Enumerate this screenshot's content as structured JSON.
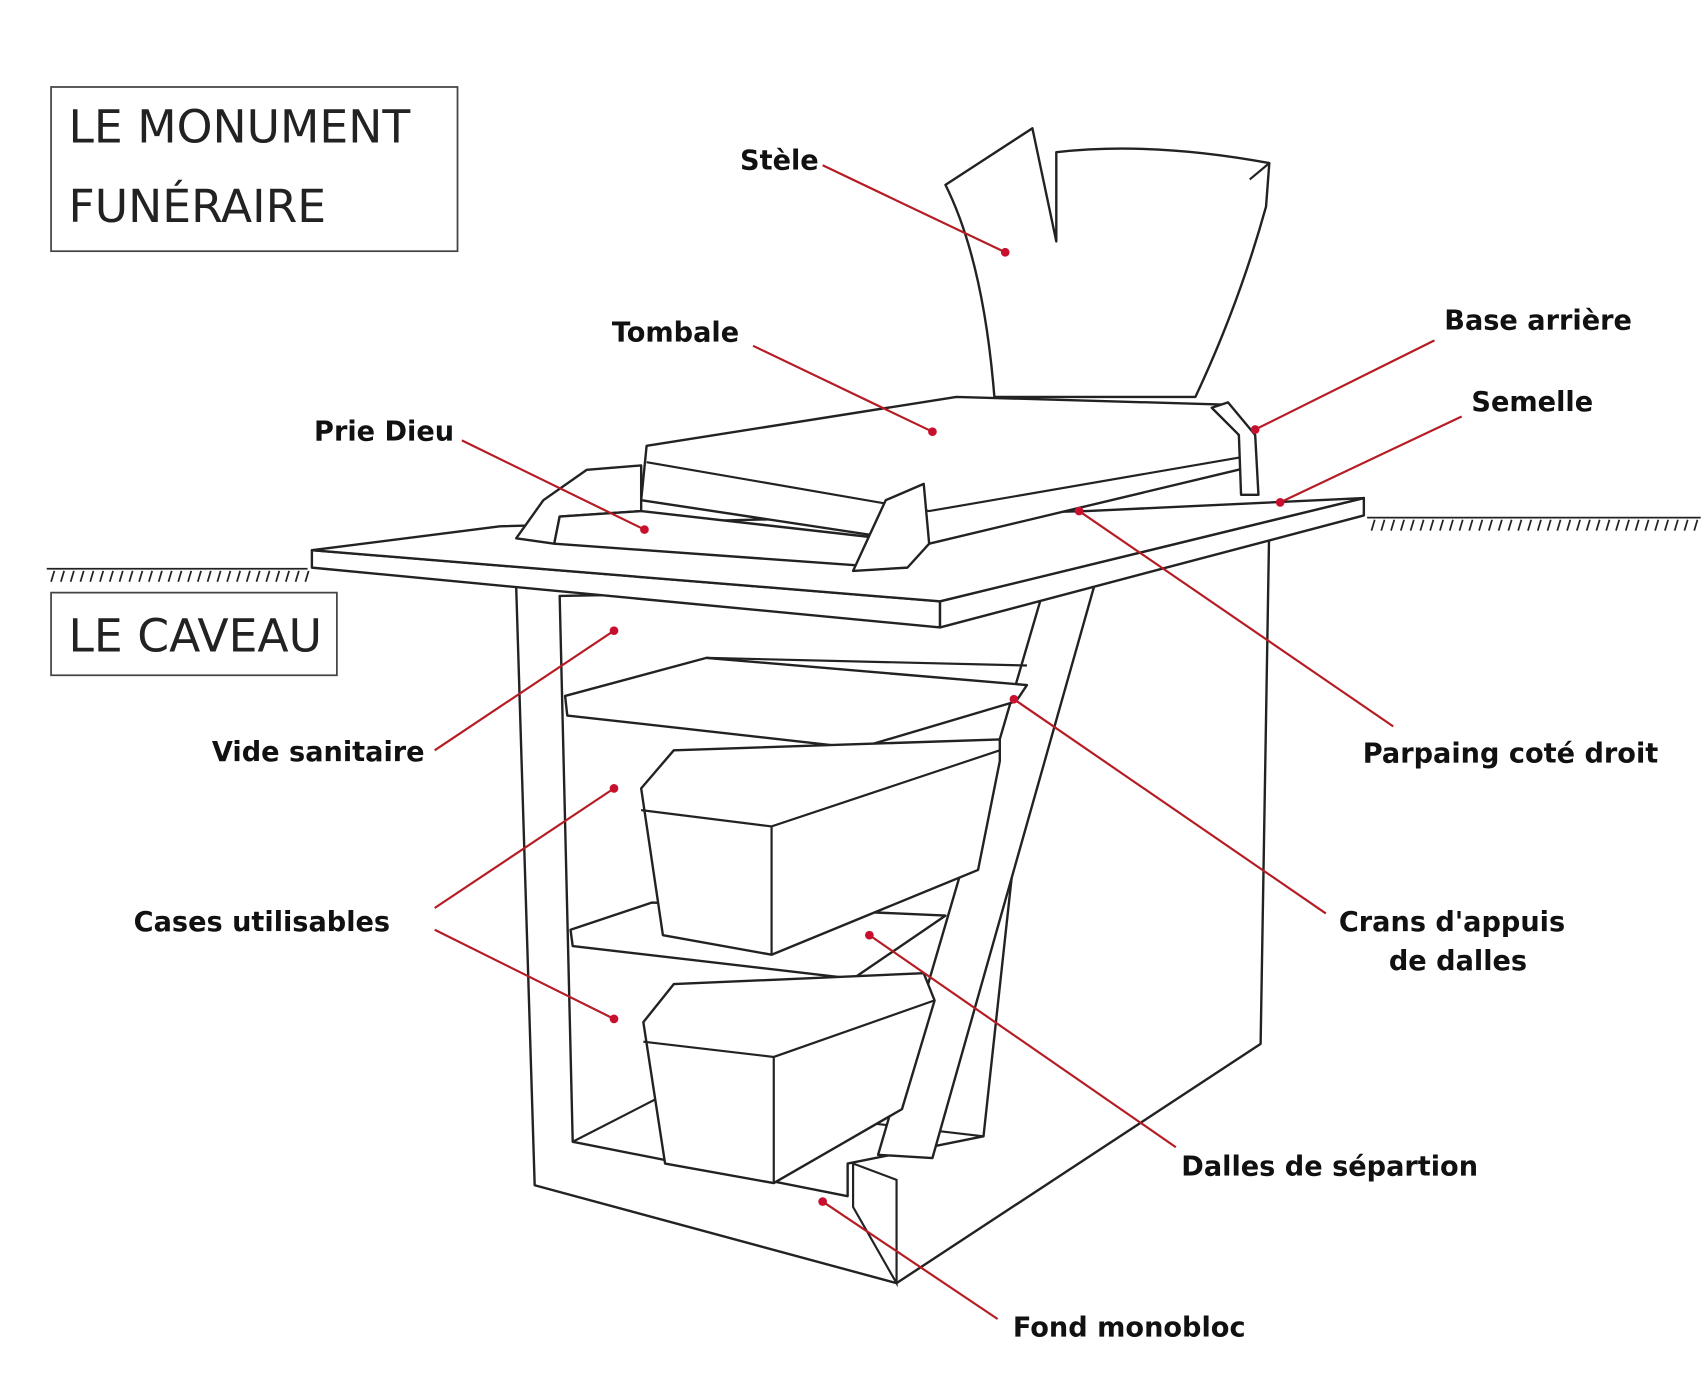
{
  "titles": {
    "monument_line1": "LE MONUMENT",
    "monument_line2": "FUNÉRAIRE",
    "caveau": "LE CAVEAU"
  },
  "labels": {
    "stele": "Stèle",
    "tombale": "Tombale",
    "prie_dieu": "Prie Dieu",
    "base_arriere": "Base arrière",
    "semelle": "Semelle",
    "parpaing": "Parpaing coté droit",
    "vide_sanitaire": "Vide sanitaire",
    "cases": "Cases utilisables",
    "crans_line1": "Crans d'appuis",
    "crans_line2": "de dalles",
    "dalles": "Dalles de sépartion",
    "fond": "Fond monobloc"
  },
  "colors": {
    "leader": "#b51c24",
    "line": "#222222"
  }
}
